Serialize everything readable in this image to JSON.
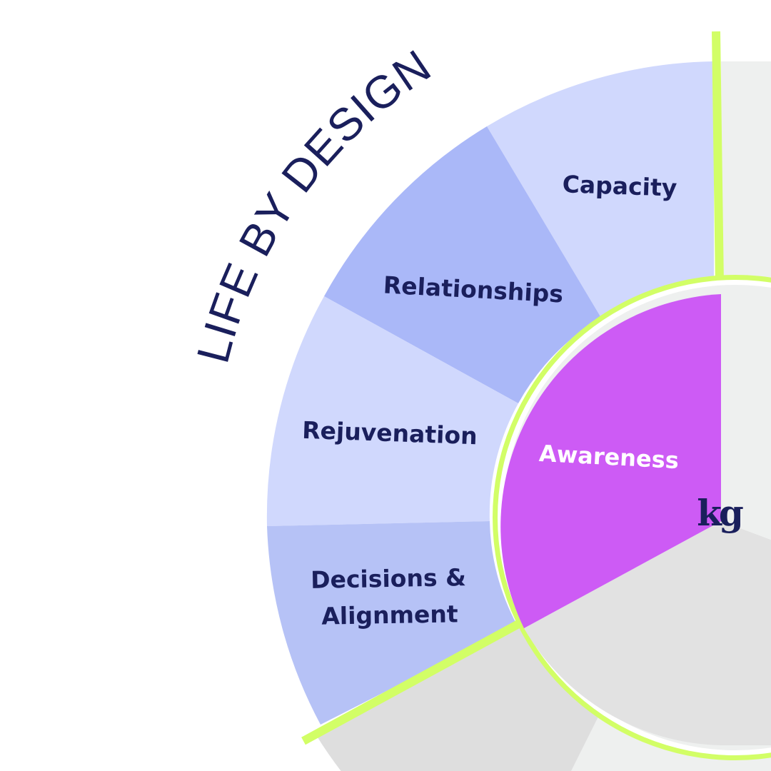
{
  "title": "LIFE BY DESIGN",
  "center": {
    "label": "Awareness"
  },
  "segments": [
    {
      "label": "Capacity",
      "lines": [
        "Capacity"
      ]
    },
    {
      "label": "Relationships",
      "lines": [
        "Relationships"
      ]
    },
    {
      "label": "Rejuvenation",
      "lines": [
        "Rejuvenation"
      ]
    },
    {
      "label": "Decisions & Alignment",
      "lines": [
        "Decisions &",
        "Alignment"
      ]
    }
  ],
  "logo": {
    "text": "kg"
  },
  "colors": {
    "segment_light": "#d0d8fd",
    "segment_mid": "#aab8f8",
    "segment_alt": "#b6c2f6",
    "center_accent": "#cd5bf5",
    "divider_green": "#d2fe66",
    "gray_outer": "#dedede",
    "gray_light": "#eef0ef",
    "gray_inner": "#e2e2e2",
    "text_dark": "#1a1f5c"
  }
}
